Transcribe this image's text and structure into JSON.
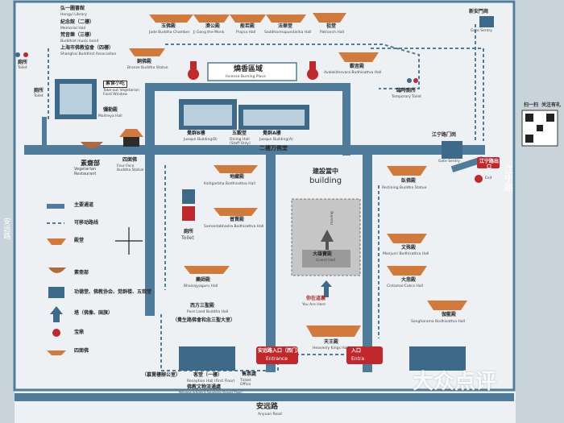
{
  "colors": {
    "road": "#4f7c9a",
    "roof": "#d27a3c",
    "building": "#3d6a88",
    "red": "#c0282c",
    "construction": "#8a8a8a"
  },
  "top_left_labels": [
    {
      "zh": "弘一圖書館",
      "en": "Hongyi Library"
    },
    {
      "zh": "紀念館（二樓）",
      "en": "Memorial Hall"
    },
    {
      "zh": "梵音樂（三樓）",
      "en": "Buddhist music band"
    },
    {
      "zh": "上海市佛教協會（四樓）",
      "en": "Shanghai Buddhist Association"
    }
  ],
  "halls": [
    {
      "zh": "玉佛殿",
      "en": "Jade Buddha Chamber"
    },
    {
      "zh": "濟公殿",
      "en": "Ji Gong the Monk"
    },
    {
      "zh": "般若殿",
      "en": "Prajna Hall"
    },
    {
      "zh": "法華堂",
      "en": "Saddharmapundarika Hall"
    },
    {
      "zh": "祖堂",
      "en": "Patriarch Hall"
    },
    {
      "zh": "銅佛殿",
      "en": "Bronze Buddha Statue"
    },
    {
      "zh": "觀音殿",
      "en": "Avalokitesvara Bodhisattva Hall"
    },
    {
      "zh": "彌勒殿",
      "en": "Maitreya Hall"
    },
    {
      "zh": "地藏殿",
      "en": "Ksitigarbha Bodhisattva Hall"
    },
    {
      "zh": "普賢殿",
      "en": "Samantabhadra Bodhisattva Hall"
    },
    {
      "zh": "藥師殿",
      "en": "Bhaisajyaguru Hall"
    },
    {
      "zh": "西方三聖殿",
      "en": "Pure Land Buddha Hall"
    },
    {
      "zh": "臥佛殿",
      "en": "Reclining Buddha Statue"
    },
    {
      "zh": "文殊殿",
      "en": "Manjusri Bodhisattva Hall"
    },
    {
      "zh": "大悲殿",
      "en": "Cintamai-Cakra Hall"
    },
    {
      "zh": "伽藍殿",
      "en": "Sangharama Bodhisattva Hall"
    },
    {
      "zh": "大雄寶殿",
      "en": "Grand Hall"
    },
    {
      "zh": "天王殿",
      "en": "Heavenly Kings Hall"
    }
  ],
  "pure_land_note": "（覺生路佛會和念三聖大室）",
  "incense": {
    "zh": "燒香區域",
    "en": "Incense Burning Place"
  },
  "juequn": {
    "b": {
      "zh": "覺群B樓",
      "en": "Juequn Building(B)"
    },
    "wuguan": {
      "zh": "五觀堂",
      "en": "Dining Hall (Staff Only)"
    },
    "a": {
      "zh": "覺群A樓",
      "en": "Juequn Building(A)"
    },
    "second_floor": "二樓万佛堂"
  },
  "take_out": {
    "zh": "素食小吃",
    "en": "Take-out Vegetarian Food Window"
  },
  "vegetarian": {
    "zh": "素齋部",
    "en": "Vegetarian Restaurant"
  },
  "four_face": {
    "zh": "四面佛",
    "en": "Four-Face Buddha Statue"
  },
  "toilet": {
    "zh": "廁所",
    "en": "Toilet"
  },
  "temp_toilet": {
    "zh": "臨時廁所",
    "en": "Temporary Toilet"
  },
  "gate_top": {
    "zh": "新安門崗",
    "en": "Gate Sentry"
  },
  "gate_right": {
    "zh": "江宁路门岗",
    "en": "Gate Sentry"
  },
  "exit": {
    "zh": "江宁路出口",
    "en": "Exit"
  },
  "road_right": "江宁路",
  "road_left": "安远路",
  "road_bottom": {
    "zh": "安远路",
    "en": "Anyuan Road"
  },
  "construction": {
    "zh": "建設當中",
    "en": "building",
    "moving": "moving"
  },
  "you_are_here": {
    "zh": "你在這裏",
    "en": "You Are Here"
  },
  "reception": {
    "zh": "客堂（一樓）",
    "en": "Reception Hall (First Floor)"
  },
  "reception_sub": {
    "zh": "佛教文物流通處",
    "en": "Religious Articles & Souvenirs (Ground Floor)"
  },
  "reception_side": "（慕賢樓辦公室）",
  "ticket": {
    "zh": "售票處",
    "en": "Ticket Office"
  },
  "entrance": {
    "zh": "安远路入口（西门）",
    "en": "Entrance"
  },
  "entrance2": {
    "zh": "入口",
    "en": "Entra"
  },
  "qr": {
    "scan": "扫一扫",
    "follow": "关注有礼"
  },
  "legend": [
    {
      "label": "主要通道"
    },
    {
      "label": "可移动路线"
    },
    {
      "label": "殿堂"
    },
    {
      "label": "素斋部"
    },
    {
      "label": "功德堂、佛教协会、觉群楼、五观堂"
    },
    {
      "label": "塔（佛像、国旗）"
    },
    {
      "label": "宝鼎"
    },
    {
      "label": "四面佛"
    }
  ],
  "watermark": "大众点评"
}
